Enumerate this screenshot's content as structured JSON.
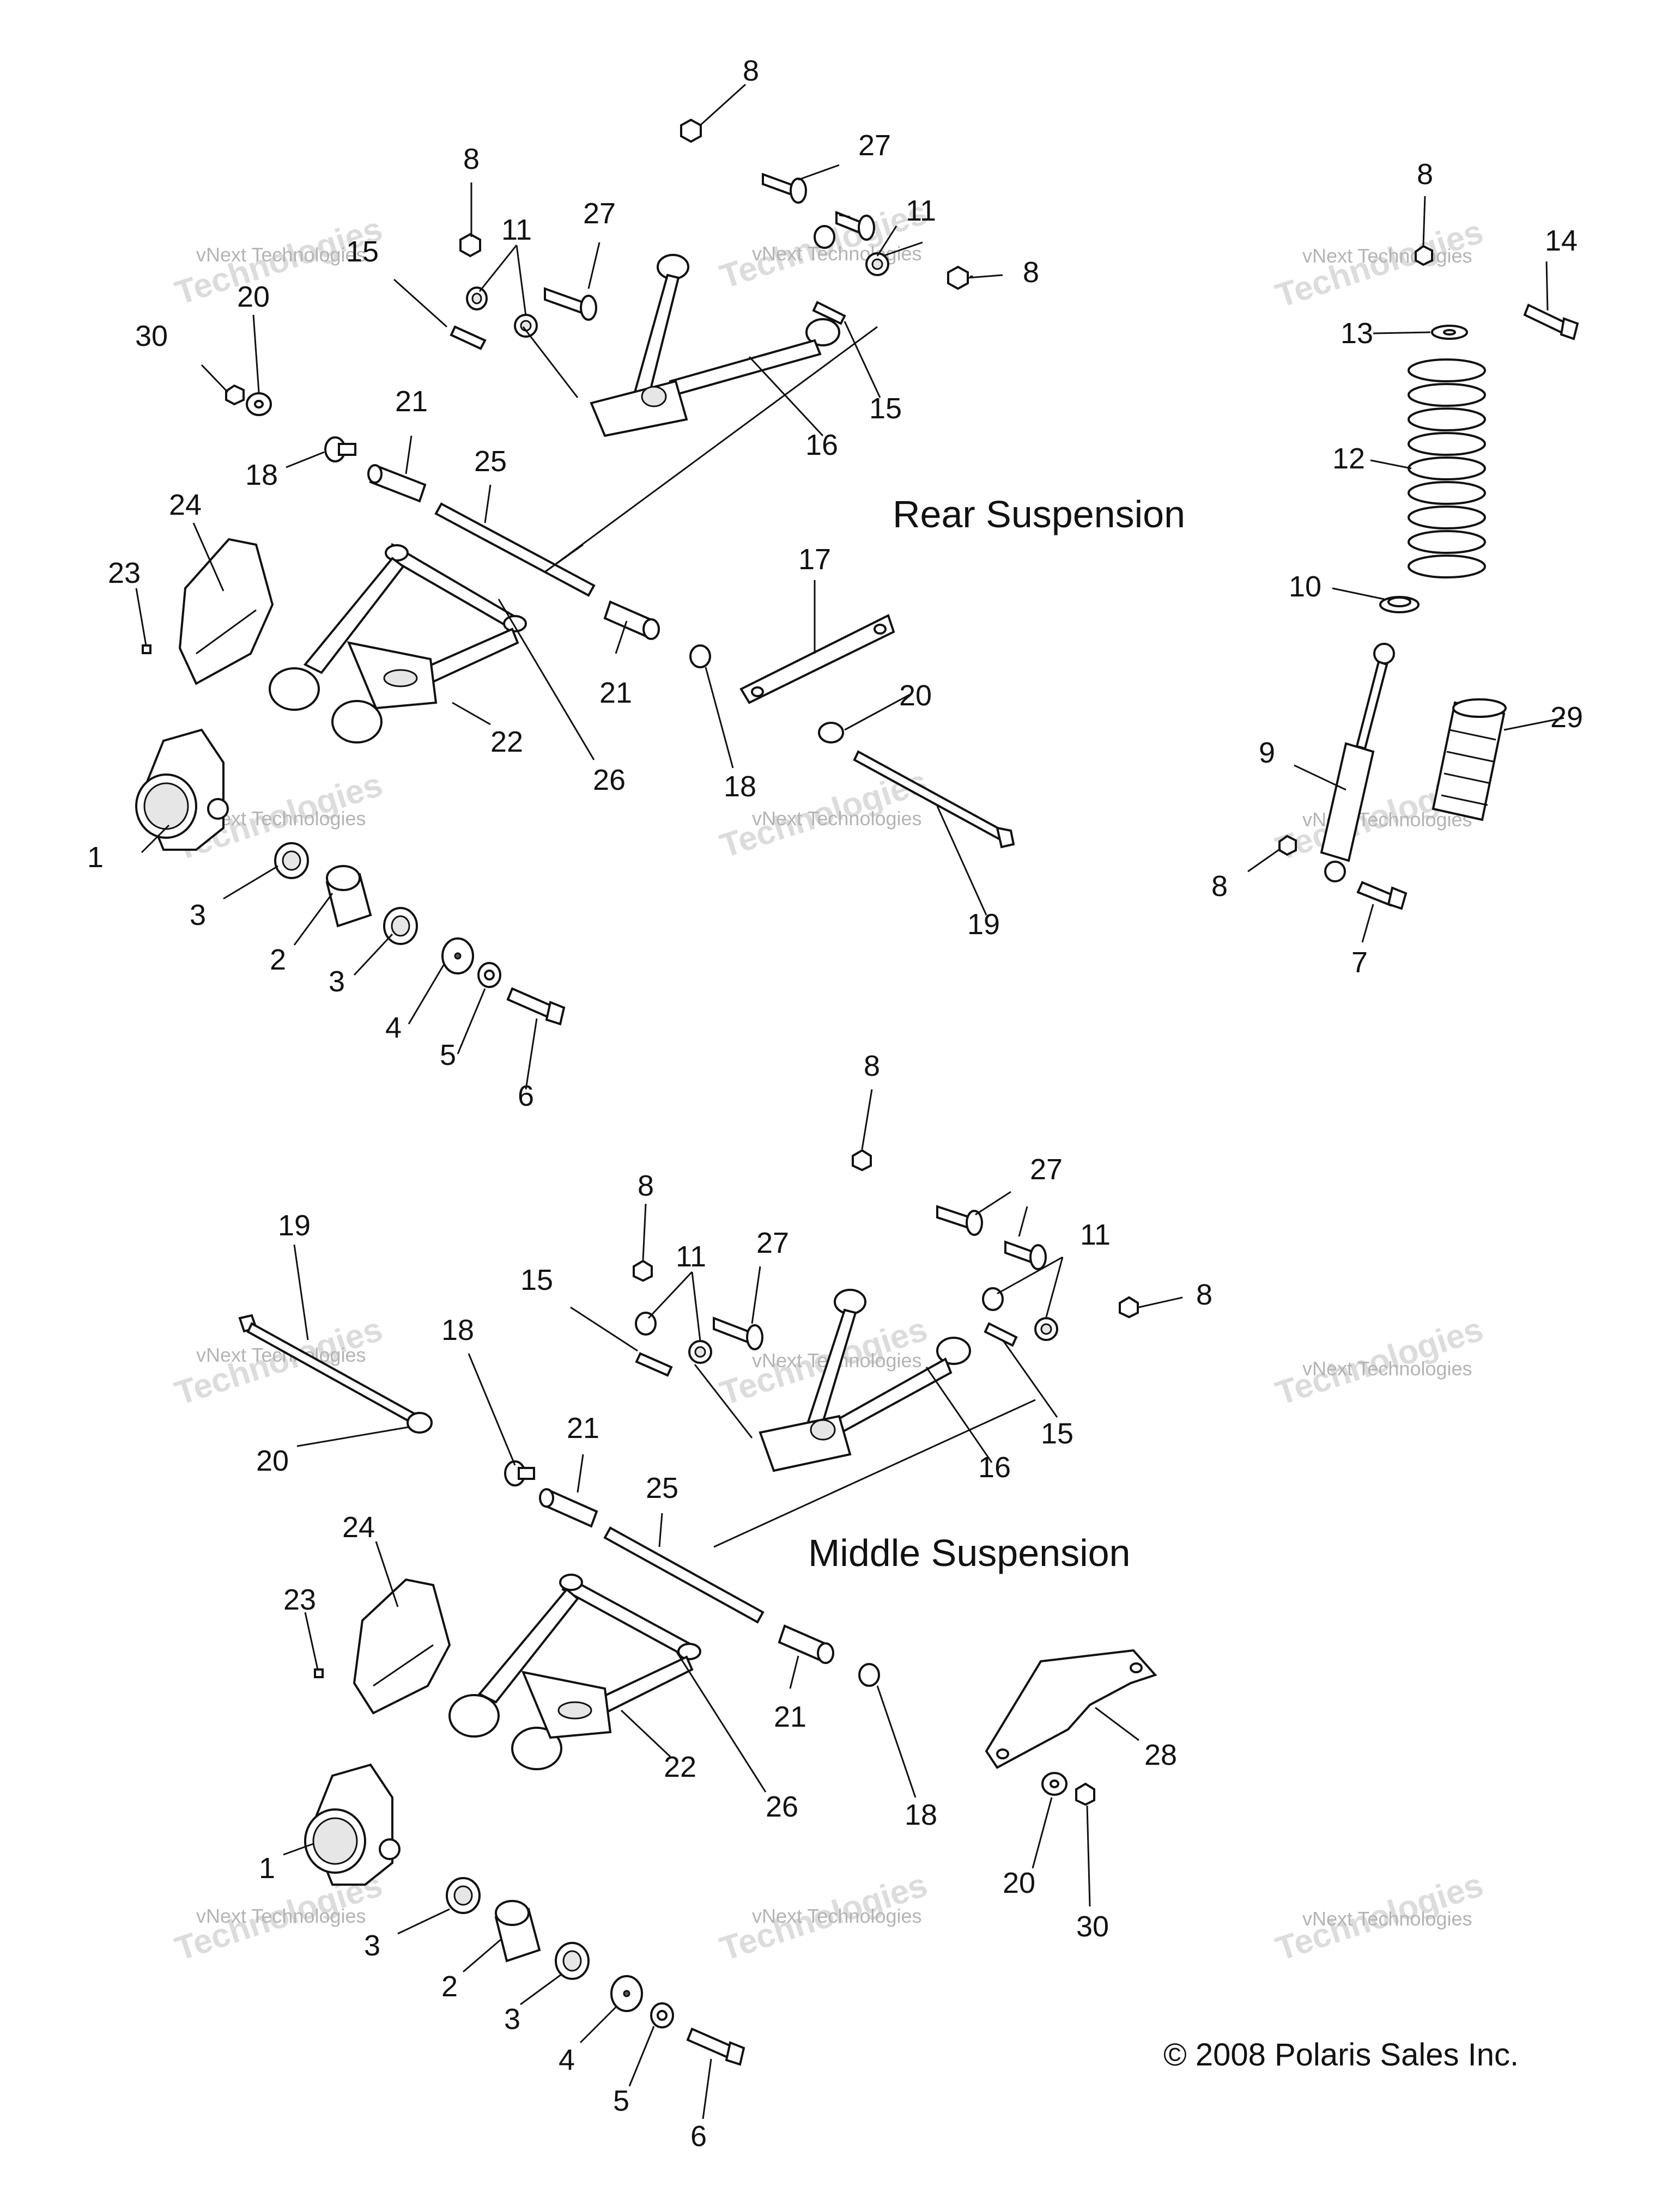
{
  "titles": {
    "rear": "Rear Suspension",
    "middle": "Middle Suspension"
  },
  "copyright": "© 2008 Polaris Sales Inc.",
  "watermark": {
    "line1": "vNext Technologies",
    "line2": "Technologies",
    "overlay": "vNext"
  },
  "callouts": [
    "8",
    "27",
    "8",
    "11",
    "27",
    "11",
    "8",
    "15",
    "15",
    "16",
    "20",
    "30",
    "18",
    "21",
    "25",
    "24",
    "23",
    "22",
    "26",
    "21",
    "18",
    "17",
    "20",
    "1",
    "3",
    "2",
    "3",
    "4",
    "5",
    "6",
    "19",
    "8",
    "14",
    "13",
    "12",
    "10",
    "29",
    "9",
    "8",
    "7",
    "8",
    "27",
    "8",
    "11",
    "27",
    "11",
    "8",
    "15",
    "15",
    "16",
    "19",
    "20",
    "18",
    "21",
    "25",
    "24",
    "23",
    "22",
    "26",
    "21",
    "18",
    "28",
    "20",
    "30",
    "1",
    "3",
    "2",
    "3",
    "4",
    "5",
    "6"
  ]
}
